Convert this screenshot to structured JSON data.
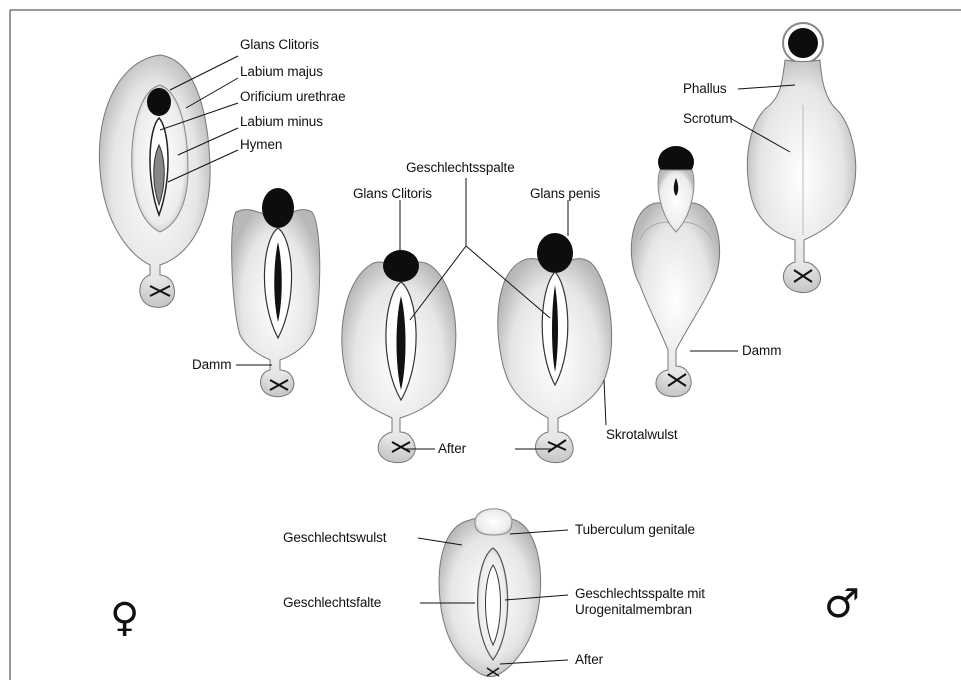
{
  "figure": {
    "labels": {
      "glans_clitoris_top": "Glans Clitoris",
      "labium_majus": "Labium majus",
      "orificium_urethrae": "Orificium urethrae",
      "labium_minus": "Labium minus",
      "hymen": "Hymen",
      "damm_left": "Damm",
      "geschlechtsspalte": "Geschlechtsspalte",
      "glans_clitoris_mid": "Glans Clitoris",
      "glans_penis": "Glans penis",
      "after_mid": "After",
      "skrotalwulst": "Skrotalwulst",
      "phallus": "Phallus",
      "scrotum": "Scrotum",
      "damm_right": "Damm",
      "geschlechtswulst": "Geschlechtswulst",
      "geschlechtsfalte": "Geschlechtsfalte",
      "tuberculum_genitale": "Tuberculum genitale",
      "geschlechtsspalte_membran": "Geschlechtsspalte mit Urogenitalmembran",
      "after_bottom": "After"
    },
    "symbols": {
      "female": "♀",
      "male": "♂"
    },
    "colors": {
      "ink": "#111111",
      "stipple": "#c8c8c8",
      "dark_fill": "#0d0d0d"
    }
  }
}
